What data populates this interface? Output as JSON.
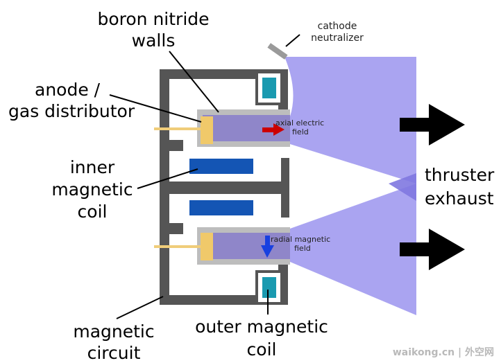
{
  "labels": {
    "boron_nitride_walls": [
      "boron nitride",
      "walls"
    ],
    "cathode_neutralizer": [
      "cathode",
      "neutralizer"
    ],
    "anode_gas_distributor": [
      "anode /",
      "gas distributor"
    ],
    "inner_magnetic_coil": [
      "inner",
      "magnetic",
      "coil"
    ],
    "axial_electric_field": [
      "axial electric",
      "field"
    ],
    "radial_magnetic_field": [
      "radial magnetic",
      "field"
    ],
    "thruster_exhaust": [
      "thruster",
      "exhaust"
    ],
    "magnetic_circuit": [
      "magnetic",
      "circuit"
    ],
    "outer_magnetic_coil": [
      "outer magnetic",
      "coil"
    ]
  },
  "watermark": "waikong.cn | 外空网",
  "colors": {
    "magnetic_circuit": "#555555",
    "coil": "#1455b4",
    "outer_coil": "#1a9ab0",
    "wall": "#bdbdbd",
    "channel": "#8f86c9",
    "plume": "#9b94ee",
    "anode": "#f0c96a",
    "gas_line": "#f0cd7a",
    "electric_arrow": "#cc0000",
    "magnetic_arrow": "#1840e0",
    "exhaust_arrow": "#000000"
  }
}
